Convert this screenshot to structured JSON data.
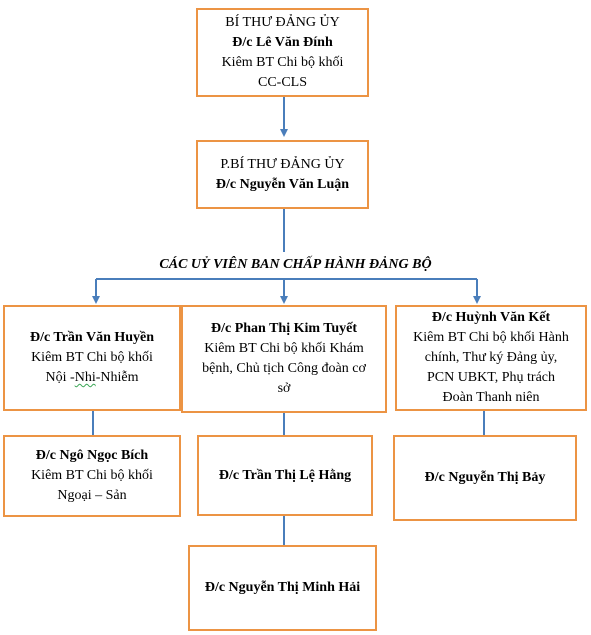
{
  "secretary": {
    "title": "BÍ THƯ ĐẢNG ỦY",
    "name": "Đ/c Lê Văn Đính",
    "role_line1": "Kiêm BT Chi bộ khối",
    "role_line2": "CC-CLS"
  },
  "deputy": {
    "title": "P.BÍ THƯ ĐẢNG ỦY",
    "name": "Đ/c Nguyễn Văn Luận"
  },
  "committee_heading": "CÁC UỶ VIÊN BAN CHẤP HÀNH ĐẢNG BỘ",
  "members_row1": {
    "left": {
      "name": "Đ/c Trần Văn Huyền",
      "role_line1": "Kiêm BT Chi bộ khối",
      "role_line2_a": "Nội -",
      "role_line2_b": "Nhi",
      "role_line2_c": "-Nhiễm"
    },
    "middle": {
      "name": "Đ/c Phan Thị Kim Tuyết",
      "role_line1": "Kiêm BT Chi bộ khối Khám",
      "role_line2": "bệnh, Chủ tịch Công đoàn cơ",
      "role_line3": "sở"
    },
    "right": {
      "name": "Đ/c Huỳnh Văn Kết",
      "role_line1": "Kiêm BT Chi bộ khối Hành",
      "role_line2": "chính, Thư ký Đảng ủy,",
      "role_line3": "PCN UBKT, Phụ trách",
      "role_line4": "Đoàn Thanh niên"
    }
  },
  "members_row2": {
    "left": {
      "name": "Đ/c Ngô Ngọc Bích",
      "role_line1": "Kiêm BT Chi bộ khối",
      "role_line2": "Ngoại – Sản"
    },
    "middle": {
      "name": "Đ/c Trần Thị Lệ Hằng"
    },
    "right": {
      "name": "Đ/c Nguyễn Thị Bảy"
    }
  },
  "members_row3": {
    "middle": {
      "name": "Đ/c Nguyễn Thị Minh Hải"
    }
  },
  "colors": {
    "box_border": "#ec9444",
    "connector": "#4a7ebb"
  }
}
